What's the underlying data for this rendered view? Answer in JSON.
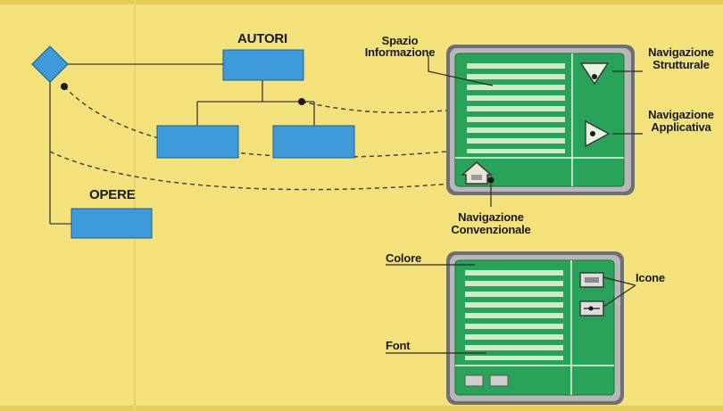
{
  "hierarchy": {
    "authors_label": "AUTORI",
    "works_label": "OPERE"
  },
  "screen_top": {
    "info_space_label_1": "Spazio",
    "info_space_label_2": "Informazione",
    "structural_nav_label_1": "Navigazione",
    "structural_nav_label_2": "Strutturale",
    "applicative_nav_label_1": "Navigazione",
    "applicative_nav_label_2": "Applicativa",
    "conventional_nav_label_1": "Navigazione",
    "conventional_nav_label_2": "Convenzionale"
  },
  "screen_bottom": {
    "color_label": "Colore",
    "font_label": "Font",
    "icons_label": "Icone"
  },
  "colors": {
    "background": "#f3e27c",
    "box_blue": "#3e9ad8",
    "screen_green": "#2aa35a",
    "screen_bezel": "#6f6f6f",
    "line_white": "#e9f3e2"
  }
}
